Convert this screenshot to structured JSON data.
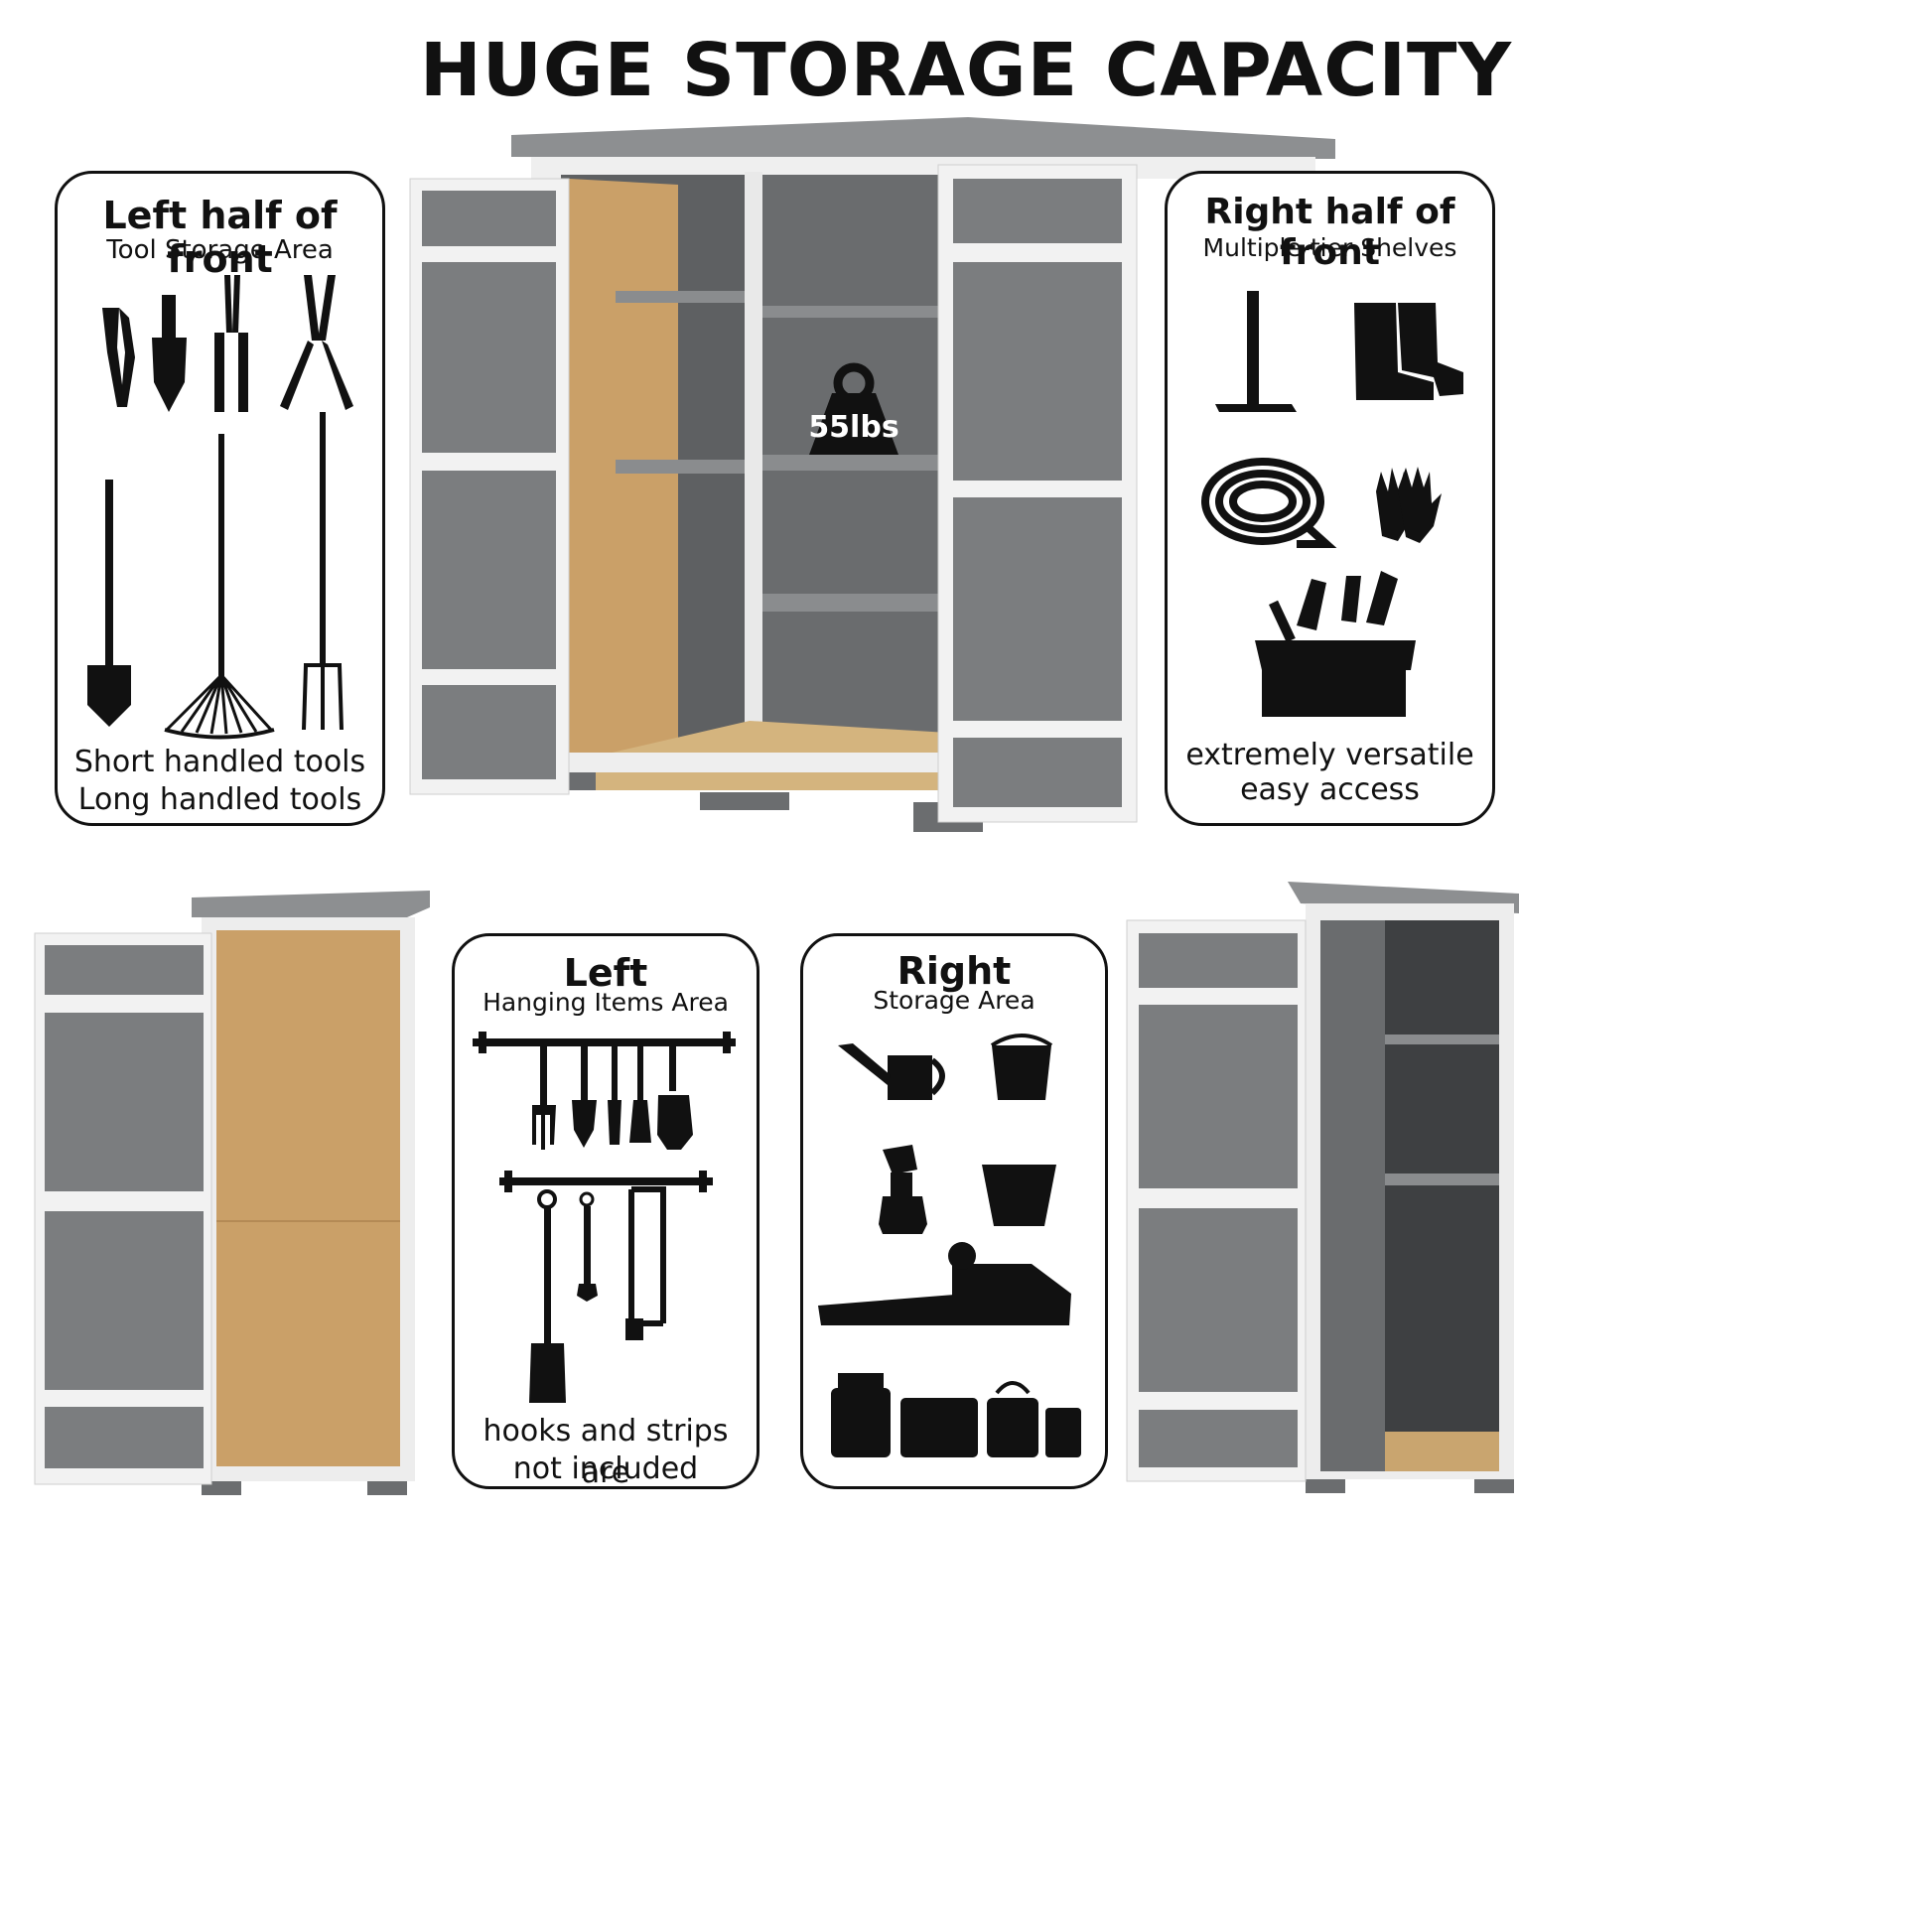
{
  "title": "HUGE STORAGE CAPACITY",
  "panel_left_front": {
    "title": "Left half of front",
    "subtitle": "Tool Storage Area",
    "foot_line1": "Short handled tools",
    "foot_line2": "Long handled tools",
    "icons": [
      "pruner-icon",
      "trowel-icon",
      "hedge-shears-icon",
      "loppers-icon",
      "shovel-icon",
      "rake-icon",
      "pitchfork-icon"
    ]
  },
  "panel_right_front": {
    "title": "Right half of front",
    "subtitle": "Multiple-tier Shelves",
    "foot_line1": "extremely versatile",
    "foot_line2": "easy access",
    "icons": [
      "pickaxe-icon",
      "boots-icon",
      "hose-icon",
      "gloves-icon",
      "toolbox-icon"
    ]
  },
  "panel_left_side": {
    "title": "Left",
    "subtitle": "Hanging Items Area",
    "foot_line1": "hooks and strips are",
    "foot_line2": "not included",
    "icons": [
      "hook-rail-icon",
      "fork-icon",
      "trowel-icon",
      "fork-icon",
      "rake-icon",
      "glove-icon",
      "shovel-icon",
      "wrench-icon",
      "hacksaw-icon"
    ]
  },
  "panel_right_side": {
    "title": "Right",
    "subtitle": "Storage Area",
    "icons": [
      "watering-can-icon",
      "bucket-icon",
      "spray-bottle-icon",
      "plant-pot-icon",
      "chainsaw-icon",
      "container-icon",
      "cooler-icon",
      "jug-icon",
      "can-icon"
    ]
  },
  "weight_badge": "55lbs",
  "colors": {
    "wood_gray": "#7b7d7f",
    "trim_white": "#eeeeee",
    "osb": "#caa068",
    "roof": "#8d8f91",
    "interior": "#5e6062"
  }
}
